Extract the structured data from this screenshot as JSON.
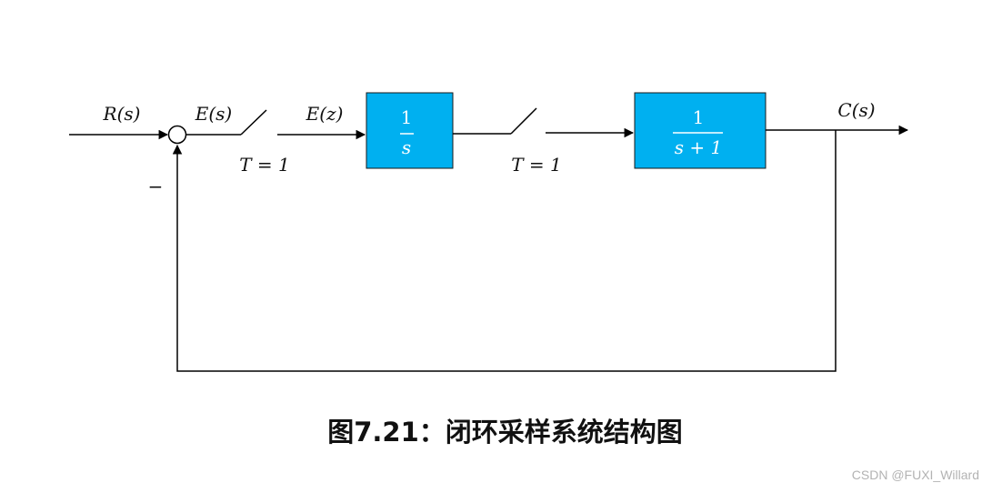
{
  "diagram": {
    "input_label": "R(s)",
    "error_label": "E(s)",
    "sampled_error_label": "E(z)",
    "output_label": "C(s)",
    "feedback_sign": "−",
    "sampler1": {
      "label": "T = 1"
    },
    "sampler2": {
      "label": "T = 1"
    },
    "block1": {
      "numerator": "1",
      "denominator": "s"
    },
    "block2": {
      "numerator": "1",
      "denominator": "s + 1"
    },
    "colors": {
      "block_fill": "#00B0F0",
      "line": "#000000"
    }
  },
  "caption": "图7.21：闭环采样系统结构图",
  "watermark": "CSDN @FUXI_Willard"
}
